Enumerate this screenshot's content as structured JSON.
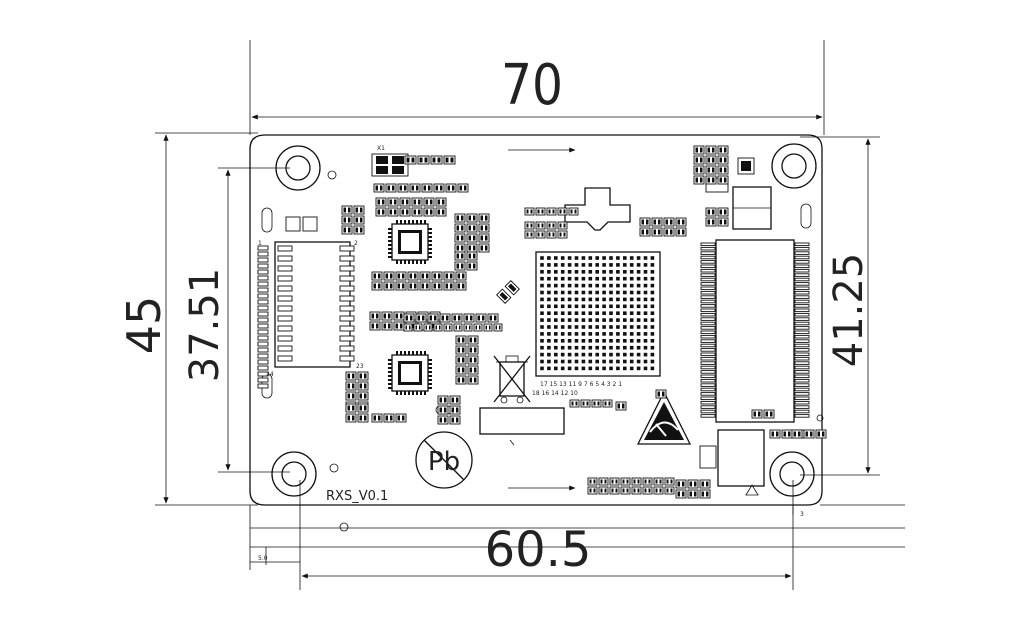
{
  "board": {
    "label": "RXS_V0.1",
    "pb_symbol": "Pb",
    "edge_label": "5.0",
    "corner_label": "3"
  },
  "dimensions": {
    "top_width": "70",
    "bottom_width": "60.5",
    "left_outer_height": "45",
    "left_inner_height": "37.51",
    "right_height": "41.25"
  },
  "silkscreen": {
    "crystal_label": "X1",
    "connector_pin1": "1",
    "connector_pin2": "2",
    "connector_pin23": "23",
    "connector_pin24": "24",
    "header_row1": "17 15 13 11  9 7 6 5 4 3 2 1",
    "header_row2": "18 16 14 12 10"
  }
}
